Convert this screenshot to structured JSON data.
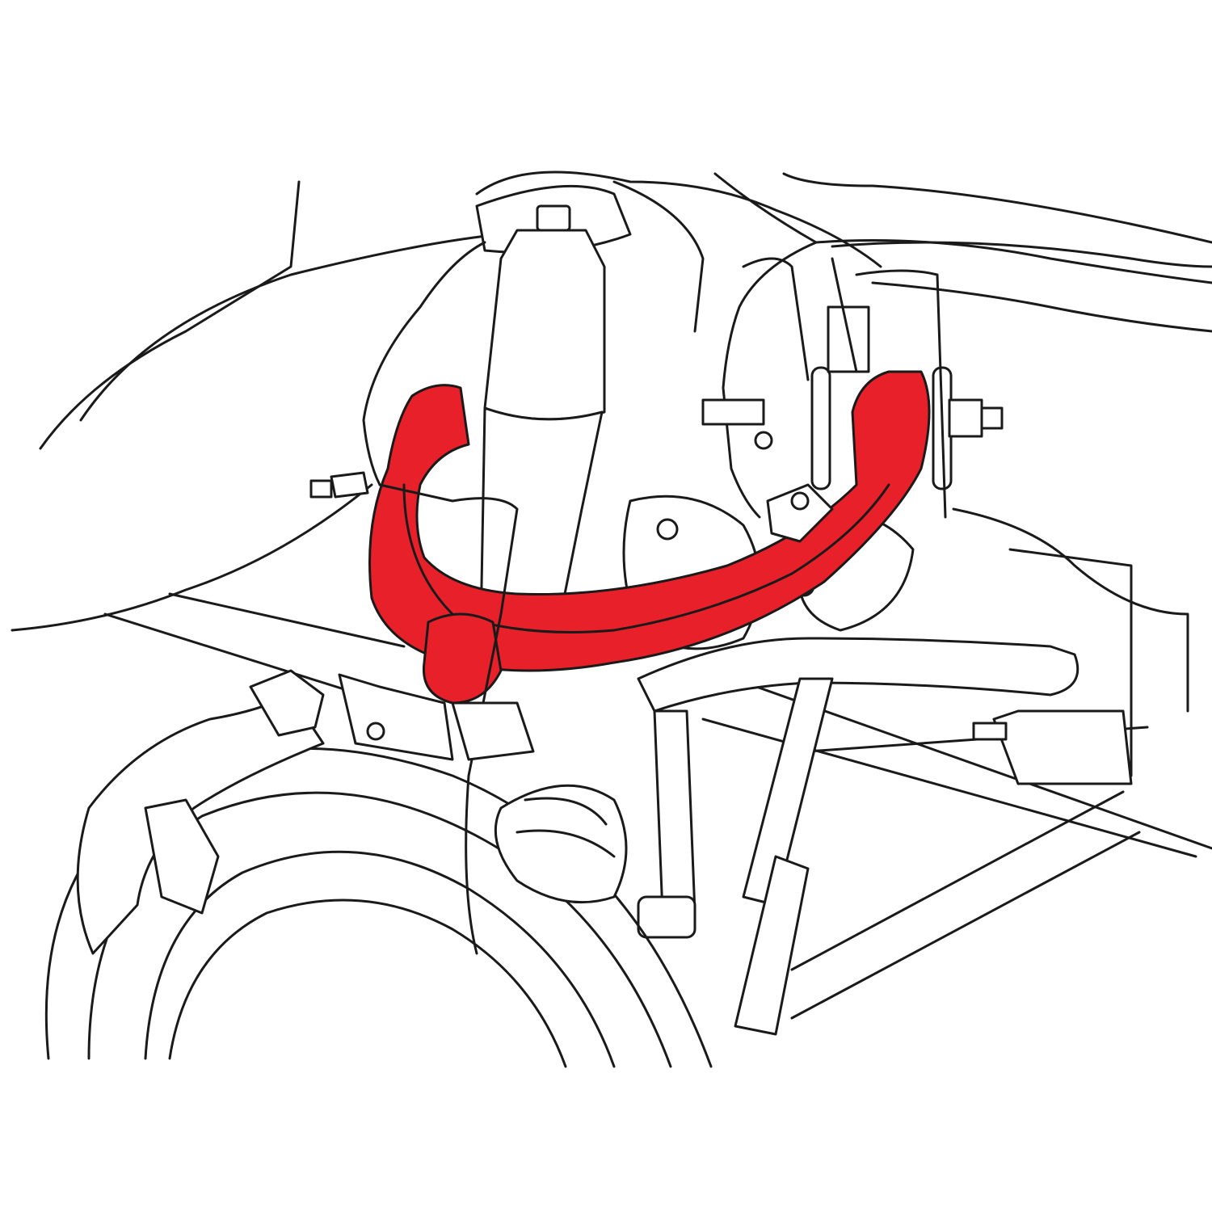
{
  "diagram": {
    "colors": {
      "background": "#ffffff",
      "line": "#1a1a1a",
      "highlight": "#e8202a"
    },
    "icons": [
      "upper-control-arm",
      "shock-absorber",
      "brake-rotor",
      "brake-caliper",
      "brake-line",
      "sway-bar-link",
      "bolt"
    ]
  }
}
